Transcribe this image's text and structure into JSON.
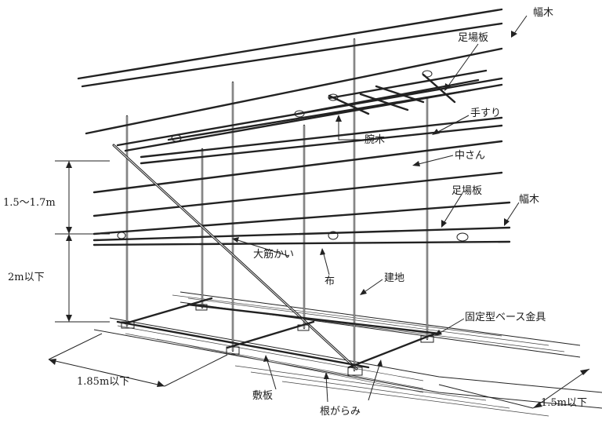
{
  "labels": {
    "habaki_top": "幅木",
    "ashibaita_top": "足場板",
    "tesuri": "手すり",
    "udegi": "腕木",
    "nakasan": "中さん",
    "ashibaita_mid": "足場板",
    "habaki_mid": "幅木",
    "ohsujikai": "大筋かい",
    "nuno": "布",
    "tateji": "建地",
    "kotei_base": "固定型ベース金具",
    "shikiita": "敷板",
    "negarami": "根がらみ"
  },
  "dimensions": {
    "height_upper": "1.5～1.7m",
    "height_lower": "2m以下",
    "span_length": "1.85m以下",
    "span_width": "1.5m以下"
  }
}
